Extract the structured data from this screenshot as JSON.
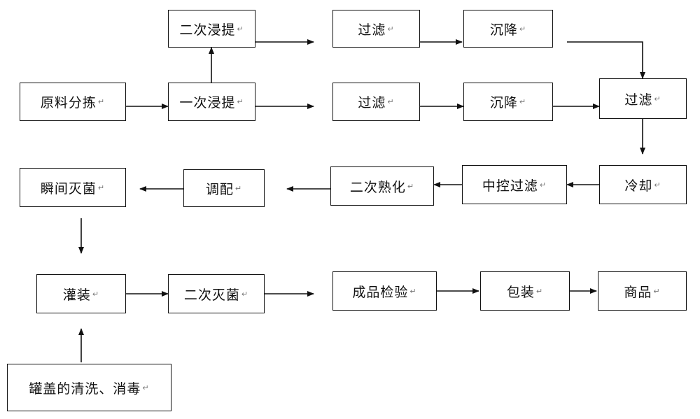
{
  "steps": {
    "yuanliao": "原料分拣",
    "erci_jinti": "二次浸提",
    "yici_jinti": "一次浸提",
    "guolv_1": "过滤",
    "chenjiang_1": "沉降",
    "guolv_2": "过滤",
    "chenjiang_2": "沉降",
    "guolv_3": "过滤",
    "lengque": "冷却",
    "zhongkong": "中控过滤",
    "erci_shuhua": "二次熟化",
    "tiaopei": "调配",
    "shunjian": "瞬间灭菌",
    "guanzhuang": "灌装",
    "erci_miejun": "二次灭菌",
    "jianyan": "成品检验",
    "baozhuang": "包装",
    "shangpin": "商品",
    "guangai": "罐盖的清洗、消毒"
  },
  "paragraph_mark": "↵",
  "colors": {
    "line": "#111111",
    "box_border": "#111111",
    "mark": "#777777"
  }
}
